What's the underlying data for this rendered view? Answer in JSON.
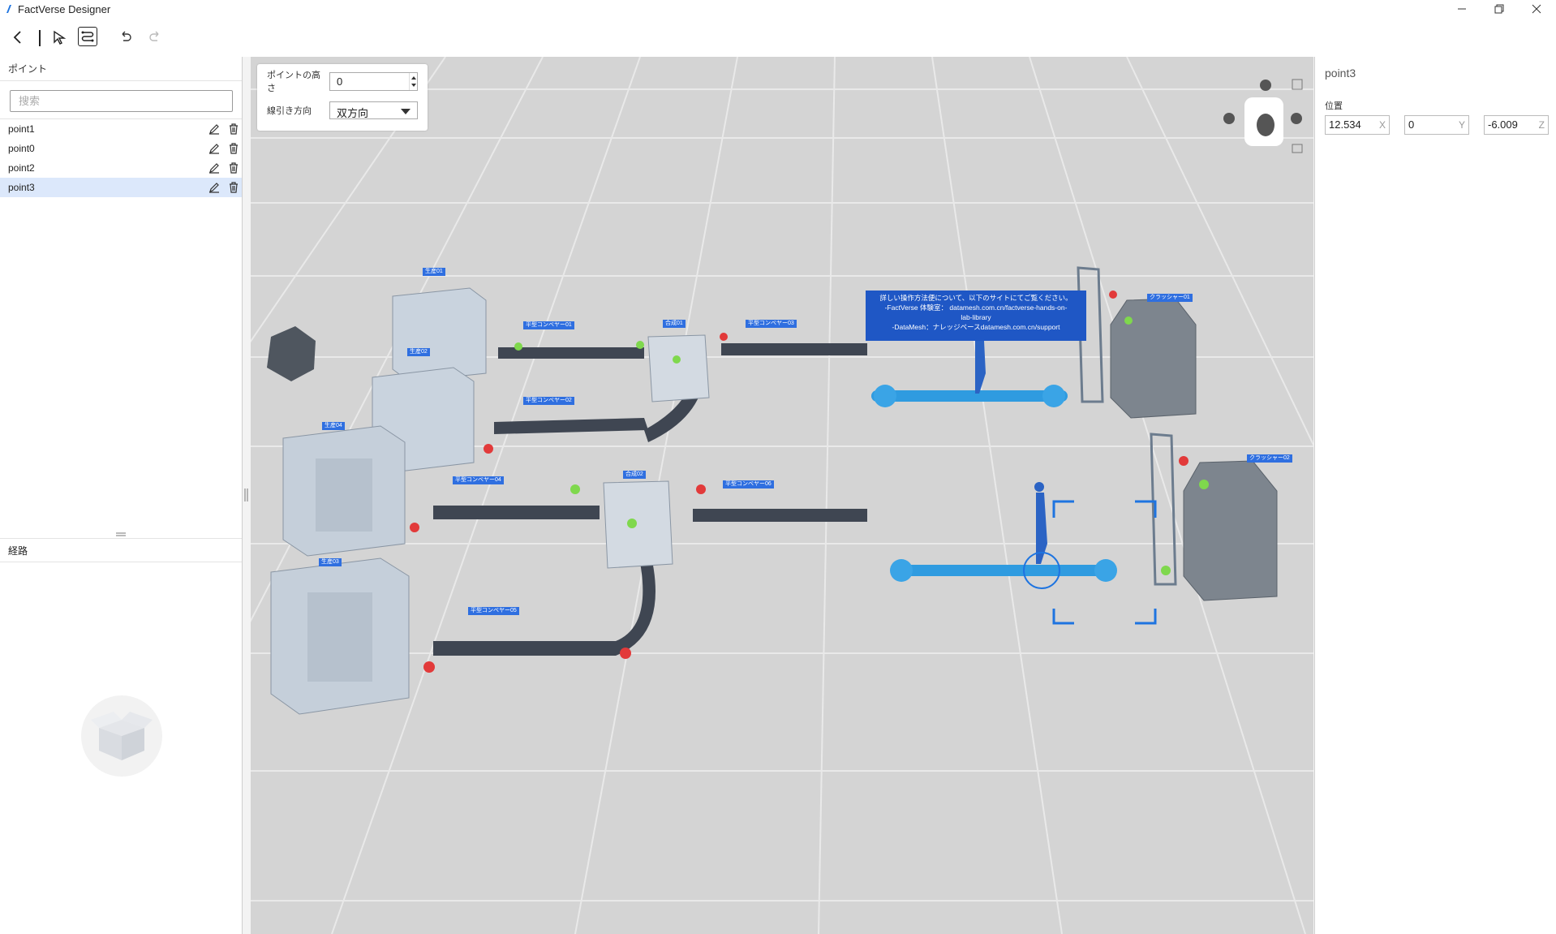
{
  "app": {
    "title": "FactVerse Designer"
  },
  "points_panel": {
    "title": "ポイント",
    "search_placeholder": "搜索",
    "items": [
      {
        "name": "point1"
      },
      {
        "name": "point0"
      },
      {
        "name": "point2"
      },
      {
        "name": "point3",
        "selected": true
      }
    ]
  },
  "route_panel": {
    "title": "経路"
  },
  "viewport_options": {
    "height_label": "ポイントの高さ",
    "height_value": "0",
    "direction_label": "線引き方向",
    "direction_value": "双方向"
  },
  "scene": {
    "info_lines": [
      "詳しい操作方法便について、以下のサイトにてご覧ください。",
      "-FactVerse 体験室： datamesh.com.cn/factverse-hands-on-",
      "lab-library",
      "-DataMesh：ナレッジベースdatamesh.com.cn/support"
    ],
    "labels": [
      {
        "text": "生産01"
      },
      {
        "text": "生産02"
      },
      {
        "text": "生産03"
      },
      {
        "text": "生産04"
      },
      {
        "text": "平型コンベヤー01"
      },
      {
        "text": "平型コンベヤー02"
      },
      {
        "text": "平型コンベヤー03"
      },
      {
        "text": "平型コンベヤー04"
      },
      {
        "text": "平型コンベヤー05"
      },
      {
        "text": "平型コンベヤー06"
      },
      {
        "text": "合成01"
      },
      {
        "text": "合成02"
      },
      {
        "text": "クラッシャー01"
      },
      {
        "text": "クラッシャー02"
      }
    ]
  },
  "properties": {
    "title": "point3",
    "position_label": "位置",
    "x": "12.534",
    "y": "0",
    "z": "-6.009",
    "x_axis": "X",
    "y_axis": "Y",
    "z_axis": "Z"
  },
  "colors": {
    "accent": "#1e74e0",
    "selected_row": "#dce8fb",
    "info_board": "#1f57c5"
  }
}
